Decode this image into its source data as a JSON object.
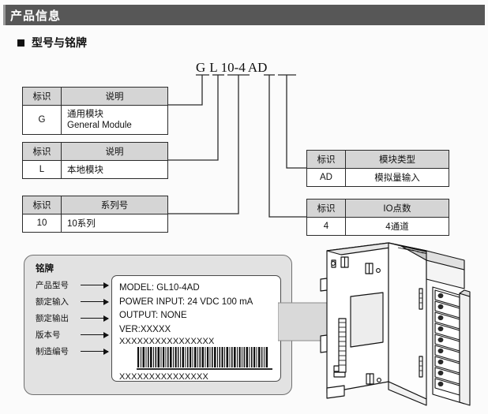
{
  "header": {
    "title": "产品信息"
  },
  "section": {
    "bullet_icon": "filled-square-bullet",
    "label": "型号与铭牌"
  },
  "model_code": {
    "full": "GL10-4AD",
    "segments": [
      {
        "text": "G",
        "key": "g"
      },
      {
        "text": "L",
        "key": "l"
      },
      {
        "text": "10",
        "key": "10"
      },
      {
        "text": "-",
        "key": "dash"
      },
      {
        "text": "4",
        "key": "4"
      },
      {
        "text": "AD",
        "key": "ad"
      }
    ]
  },
  "tables": [
    {
      "id": "tbl-g",
      "headers": [
        "标识",
        "说明"
      ],
      "rows": [
        {
          "code": "G",
          "desc_cn": "通用模块",
          "desc_en": "General Module"
        }
      ]
    },
    {
      "id": "tbl-l",
      "headers": [
        "标识",
        "说明"
      ],
      "rows": [
        {
          "code": "L",
          "desc_cn": "本地模块"
        }
      ]
    },
    {
      "id": "tbl-s",
      "headers": [
        "标识",
        "系列号"
      ],
      "rows": [
        {
          "code": "10",
          "desc_cn": "10系列"
        }
      ]
    },
    {
      "id": "tbl-ad",
      "headers": [
        "标识",
        "模块类型"
      ],
      "rows": [
        {
          "code": "AD",
          "desc_cn": "模拟量输入"
        }
      ]
    },
    {
      "id": "tbl-io",
      "headers": [
        "标识",
        "IO点数"
      ],
      "rows": [
        {
          "code": "4",
          "desc_cn": "4通道"
        }
      ]
    }
  ],
  "nameplate": {
    "caption": "铭牌",
    "callouts": [
      {
        "label": "产品型号",
        "arrow_icon": "arrow-right-icon"
      },
      {
        "label": "额定输入",
        "arrow_icon": "arrow-right-icon"
      },
      {
        "label": "额定输出",
        "arrow_icon": "arrow-right-icon"
      },
      {
        "label": "版本号",
        "arrow_icon": "arrow-right-icon"
      },
      {
        "label": "制造编号",
        "arrow_icon": "arrow-right-icon"
      }
    ],
    "label_card": {
      "model_line": "MODEL:   GL10-4AD",
      "power_line": "POWER INPUT:   24 VDC 100 mA",
      "output_line": "OUTPUT:  NONE",
      "version_line": "VER:XXXXX",
      "serial_top": "XXXXXXXXXXXXXXXX",
      "serial_bottom": "XXXXXXXXXXXXXXX",
      "barcode_icon": "barcode-icon"
    }
  },
  "illustration": {
    "module_icon": "plc-io-module-3d-icon",
    "pointer_icon": "thick-arrow-right-icon",
    "terminal_count": 10
  },
  "colors": {
    "title_bar_bg": "#575757",
    "title_text": "#ffffff",
    "table_header_bg": "#d5d5d5",
    "panel_bg": "#e2e2e2",
    "line": "#2b2b2b",
    "page_bg": "#fbfbfb"
  }
}
